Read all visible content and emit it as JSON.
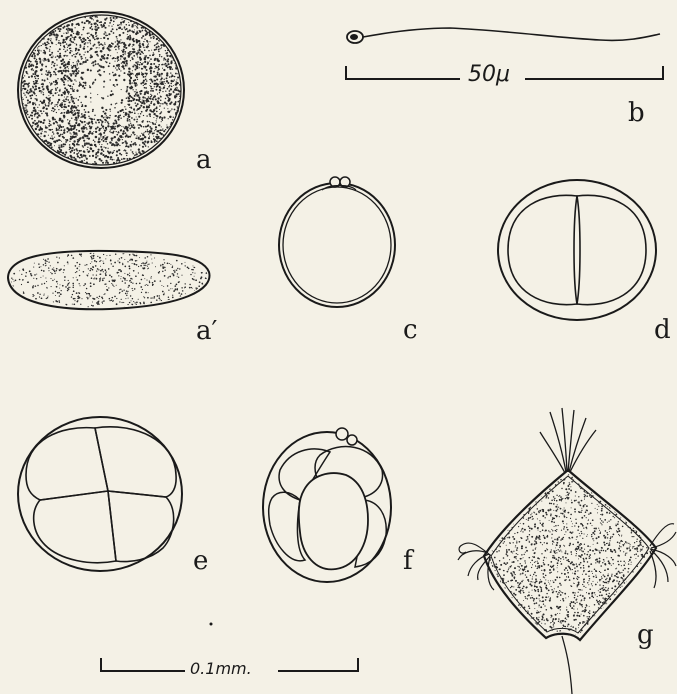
{
  "figure_labels": {
    "a": "a",
    "a_prime": "a′",
    "b": "b",
    "c": "c",
    "d": "d",
    "e": "e",
    "f": "f",
    "g": "g"
  },
  "scale_bars": {
    "sperm_scale": "50μ",
    "egg_scale": "0.1mm."
  },
  "colors": {
    "paper": "#f4f1e6",
    "ink": "#1a1a1a"
  }
}
